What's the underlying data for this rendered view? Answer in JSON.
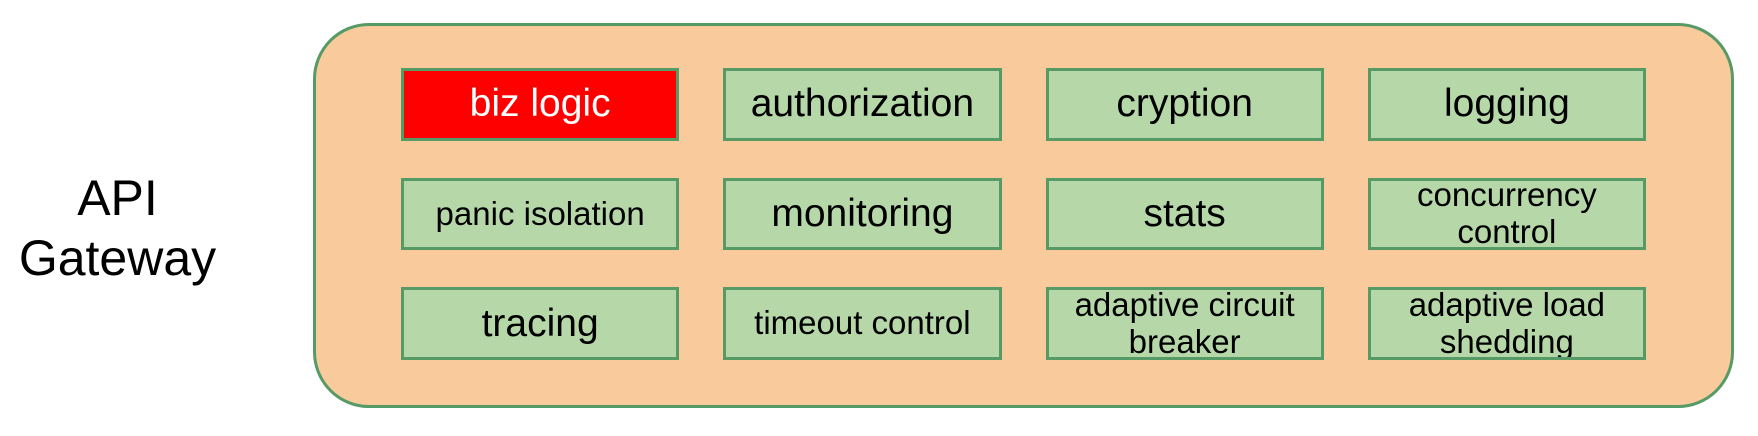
{
  "title": {
    "lines": [
      "API",
      "Gateway"
    ]
  },
  "gateway": {
    "boxes": [
      {
        "id": "biz-logic",
        "label": "biz logic",
        "size": "large",
        "highlight": true
      },
      {
        "id": "authorization",
        "label": "authorization",
        "size": "large",
        "highlight": false
      },
      {
        "id": "cryption",
        "label": "cryption",
        "size": "large",
        "highlight": false
      },
      {
        "id": "logging",
        "label": "logging",
        "size": "large",
        "highlight": false
      },
      {
        "id": "panic-isolation",
        "label": "panic isolation",
        "size": "medium",
        "highlight": false
      },
      {
        "id": "monitoring",
        "label": "monitoring",
        "size": "large",
        "highlight": false
      },
      {
        "id": "stats",
        "label": "stats",
        "size": "large",
        "highlight": false
      },
      {
        "id": "concurrency-control",
        "label": "concurrency\ncontrol",
        "size": "medium",
        "highlight": false
      },
      {
        "id": "tracing",
        "label": "tracing",
        "size": "large",
        "highlight": false
      },
      {
        "id": "timeout-control",
        "label": "timeout control",
        "size": "medium",
        "highlight": false
      },
      {
        "id": "adaptive-circuit-breaker",
        "label": "adaptive circuit\nbreaker",
        "size": "medium",
        "highlight": false
      },
      {
        "id": "adaptive-load-shedding",
        "label": "adaptive load\nshedding",
        "size": "medium",
        "highlight": false
      }
    ],
    "colors": {
      "container_fill": "#F9CB9C",
      "border_green": "#569A66",
      "box_fill": "#B6D7A8",
      "highlight_fill": "#FF0000",
      "highlight_text": "#FFFFFF",
      "text": "#000000"
    }
  }
}
